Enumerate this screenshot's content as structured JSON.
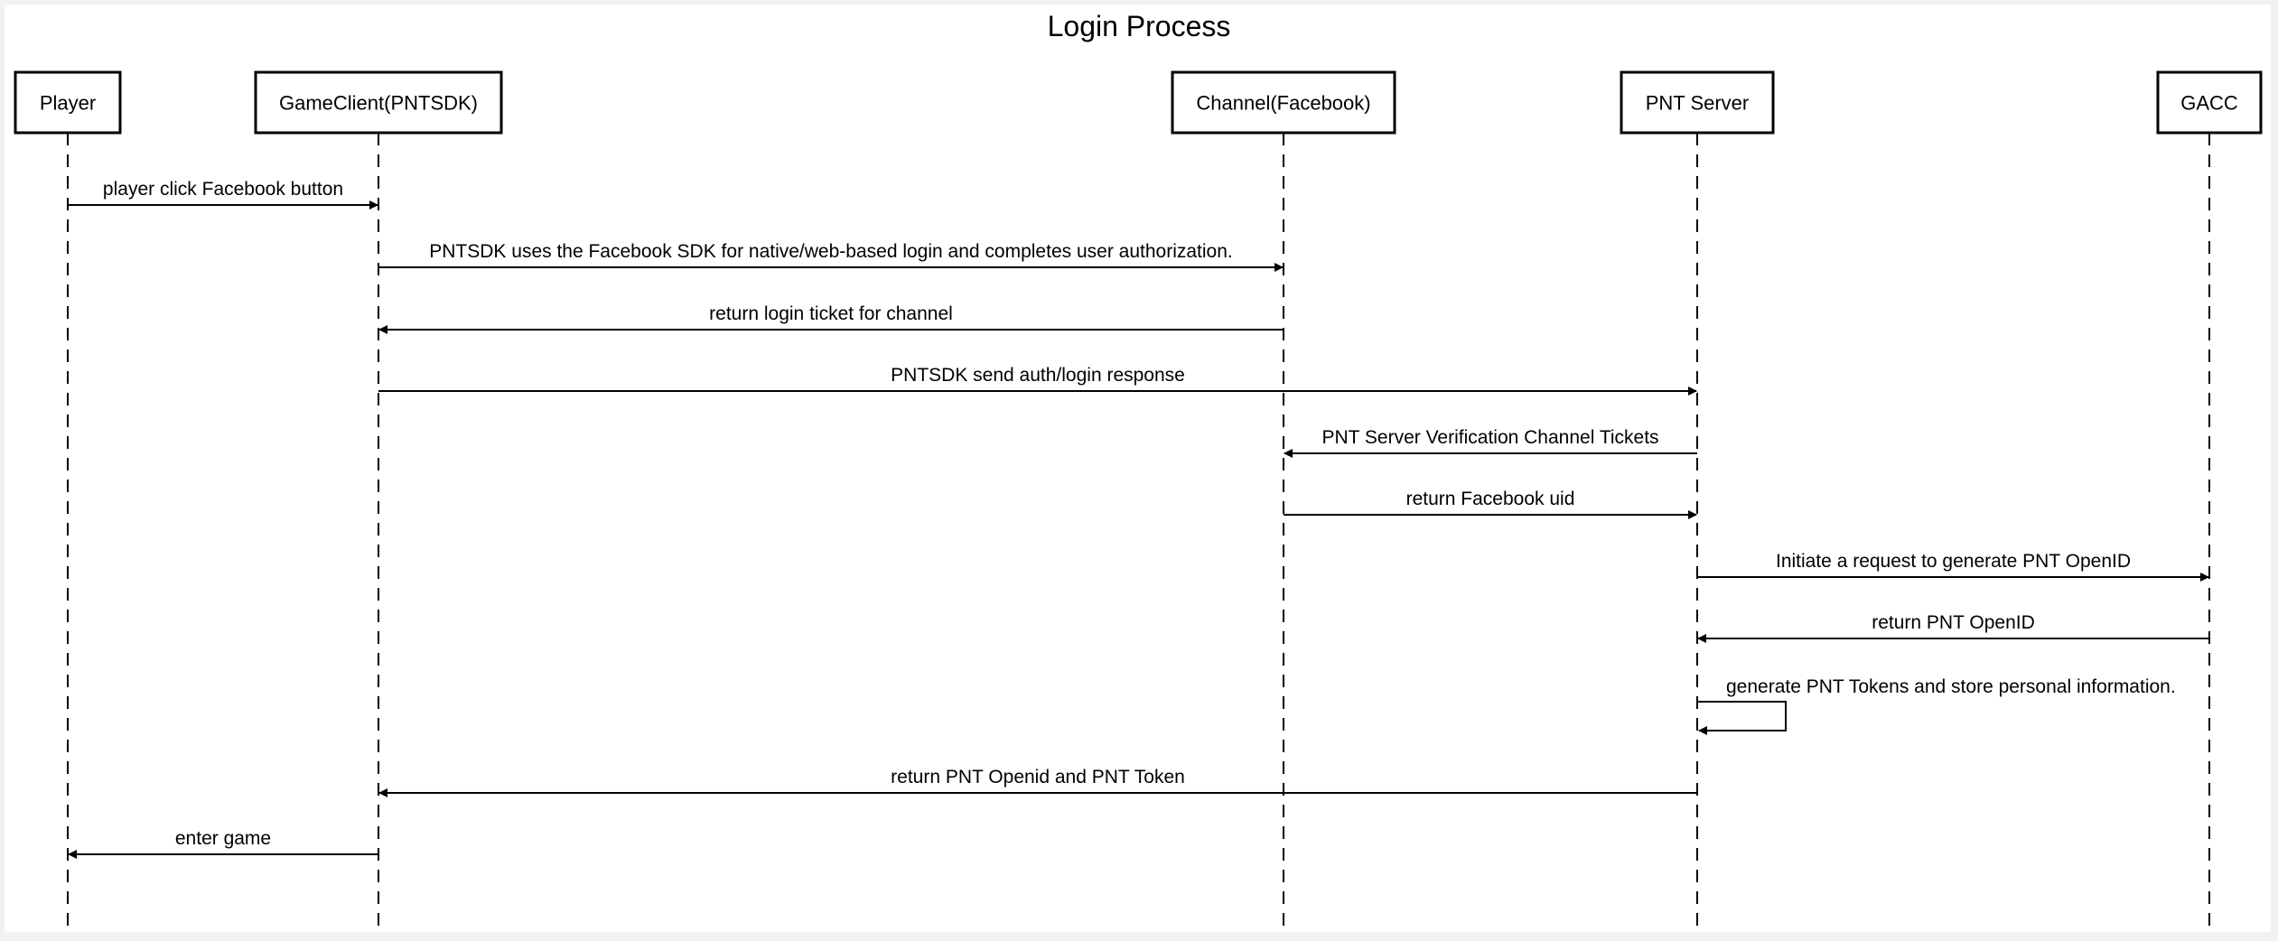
{
  "diagram": {
    "title": "Login Process",
    "colors": {
      "page_background": "#f2f2f2",
      "diagram_background": "#ffffff",
      "stroke": "#000000"
    },
    "actors": [
      {
        "id": "player",
        "label": "Player"
      },
      {
        "id": "gameclient",
        "label": "GameClient(PNTSDK)"
      },
      {
        "id": "channel",
        "label": "Channel(Facebook)"
      },
      {
        "id": "pntserver",
        "label": "PNT Server"
      },
      {
        "id": "gacc",
        "label": "GACC"
      }
    ],
    "messages": [
      {
        "from": "player",
        "to": "gameclient",
        "label": "player click Facebook button"
      },
      {
        "from": "gameclient",
        "to": "channel",
        "label": "PNTSDK uses the Facebook SDK for native/web-based login and completes user authorization."
      },
      {
        "from": "channel",
        "to": "gameclient",
        "label": "return login ticket for channel"
      },
      {
        "from": "gameclient",
        "to": "pntserver",
        "label": "PNTSDK send auth/login response"
      },
      {
        "from": "pntserver",
        "to": "channel",
        "label": "PNT Server Verification Channel Tickets"
      },
      {
        "from": "channel",
        "to": "pntserver",
        "label": "return Facebook uid"
      },
      {
        "from": "pntserver",
        "to": "gacc",
        "label": "Initiate a request to generate PNT OpenID"
      },
      {
        "from": "gacc",
        "to": "pntserver",
        "label": "return PNT OpenID"
      },
      {
        "from": "pntserver",
        "to": "pntserver",
        "label": "generate PNT Tokens and store personal information."
      },
      {
        "from": "pntserver",
        "to": "gameclient",
        "label": "return PNT Openid and PNT Token"
      },
      {
        "from": "gameclient",
        "to": "player",
        "label": "enter game"
      }
    ]
  }
}
